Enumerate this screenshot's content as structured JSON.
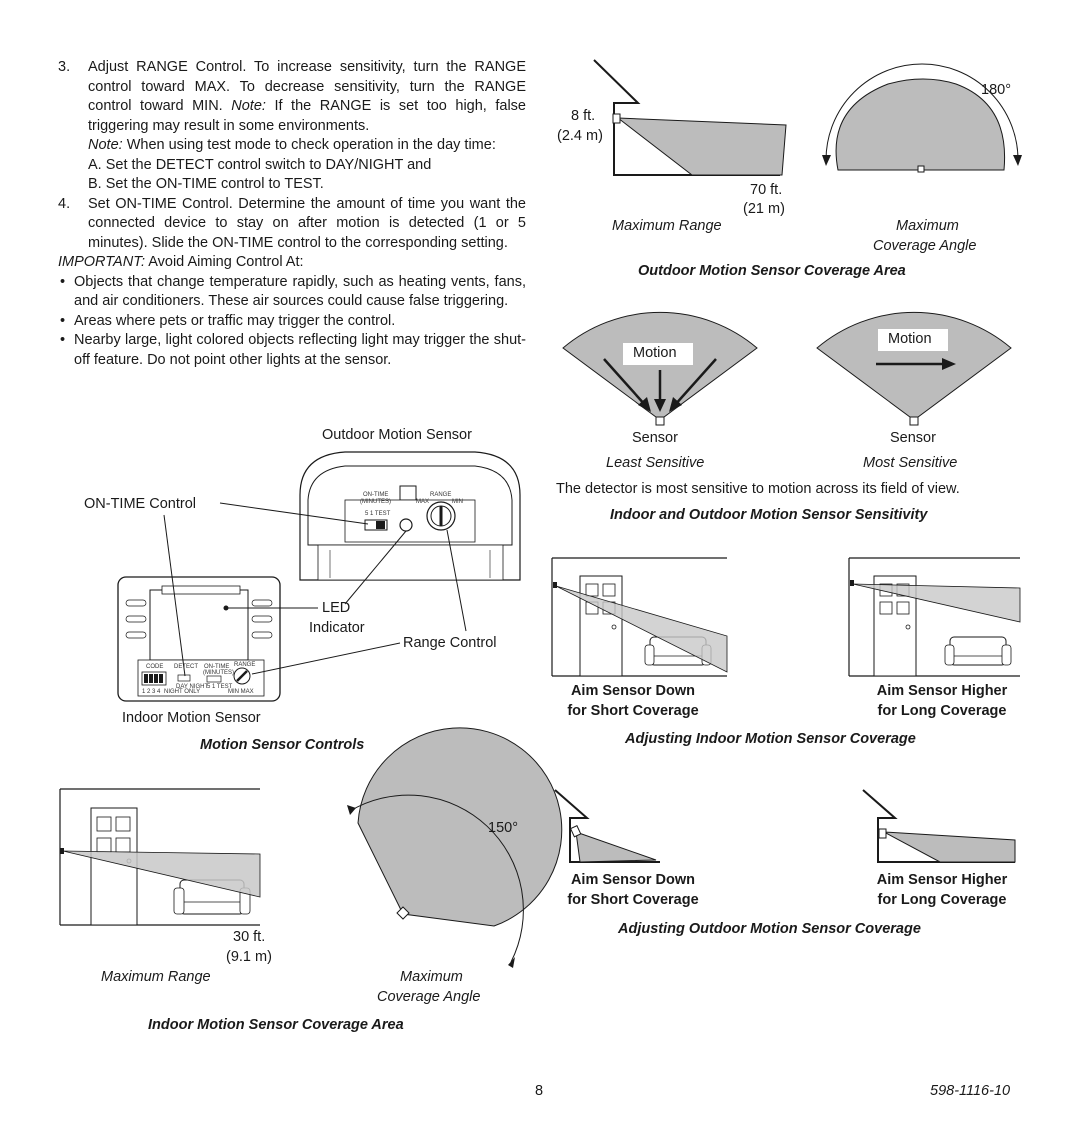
{
  "instructions": {
    "step3_num": "3.",
    "step3_text": "Adjust RANGE Control. To increase sensitivity, turn the RANGE control toward MAX. To decrease sensitivity, turn the RANGE control toward MIN.",
    "step3_note1_label": "Note:",
    "step3_note1_text": "If the RANGE is set too high, false triggering may result in some environments.",
    "step3_note2_label": "Note:",
    "step3_note2_text": "When using test mode to check operation in the day time:",
    "step3_a": "A. Set the DETECT control switch to DAY/NIGHT and",
    "step3_b": "B. Set the ON-TIME control to TEST.",
    "step4_num": "4.",
    "step4_text": "Set ON-TIME Control. Determine the amount of time you want the connected device to stay on after motion is detected (1 or 5 minutes). Slide the ON-TIME control to the corresponding setting.",
    "important_label": "IMPORTANT:",
    "important_text": "Avoid Aiming Control At:",
    "bullet_char": "•",
    "bullets": [
      "Objects that change temperature rapidly, such as heating vents, fans, and air conditioners. These air sources could cause false triggering.",
      "Areas where pets or traffic may trigger the control.",
      "Nearby large, light colored objects reflecting light may trigger the shut-off feature. Do not point other lights at the sensor."
    ]
  },
  "controls_figure": {
    "outdoor_label": "Outdoor Motion Sensor",
    "ontime_label": "ON-TIME Control",
    "led_label": "LED",
    "indicator_label": "Indicator",
    "range_label": "Range Control",
    "indoor_label": "Indoor Motion Sensor",
    "caption": "Motion Sensor Controls",
    "tiny": {
      "ontime": "ON-TIME",
      "minutes": "(MINUTES)",
      "range": "RANGE",
      "max": "MAX",
      "min": "MIN",
      "pos": "5  1  TEST",
      "code": "CODE",
      "detect": "DETECT",
      "day_night": "DAY  NIGHT",
      "night_only": "NIGHT ONLY",
      "digits": "1 2 3 4",
      "ontime_pos": "5  1  TEST",
      "min_max": "MIN      MAX"
    }
  },
  "indoor_coverage": {
    "angle": "150°",
    "distance_ft": "30 ft.",
    "distance_m": "(9.1 m)",
    "max_range": "Maximum Range",
    "max_angle_1": "Maximum",
    "max_angle_2": "Coverage Angle",
    "caption": "Indoor Motion Sensor Coverage Area"
  },
  "outdoor_coverage": {
    "height_ft": "8 ft.",
    "height_m": "(2.4 m)",
    "angle": "180°",
    "distance_ft": "70 ft.",
    "distance_m": "(21 m)",
    "max_range": "Maximum Range",
    "max_angle_1": "Maximum",
    "max_angle_2": "Coverage Angle",
    "caption": "Outdoor Motion Sensor Coverage Area"
  },
  "sensitivity": {
    "motion_left": "Motion",
    "motion_right": "Motion",
    "sensor_left": "Sensor",
    "sensor_right": "Sensor",
    "least": "Least Sensitive",
    "most": "Most Sensitive",
    "note": "The detector is most sensitive to motion across its field of view.",
    "caption": "Indoor and Outdoor Motion Sensor Sensitivity"
  },
  "indoor_adjust": {
    "down_1": "Aim Sensor Down",
    "down_2": "for Short Coverage",
    "higher_1": "Aim Sensor Higher",
    "higher_2": "for Long Coverage",
    "caption": "Adjusting Indoor Motion Sensor Coverage"
  },
  "outdoor_adjust": {
    "down_1": "Aim Sensor Down",
    "down_2": "for Short Coverage",
    "higher_1": "Aim Sensor Higher",
    "higher_2": "for Long Coverage",
    "caption": "Adjusting Outdoor Motion Sensor Coverage"
  },
  "footer": {
    "page_number": "8",
    "doc_number": "598-1116-10"
  },
  "colors": {
    "fill_gray": "#bcbcbc",
    "light_gray": "#d8d8d8",
    "ink": "#1a1a1a"
  }
}
